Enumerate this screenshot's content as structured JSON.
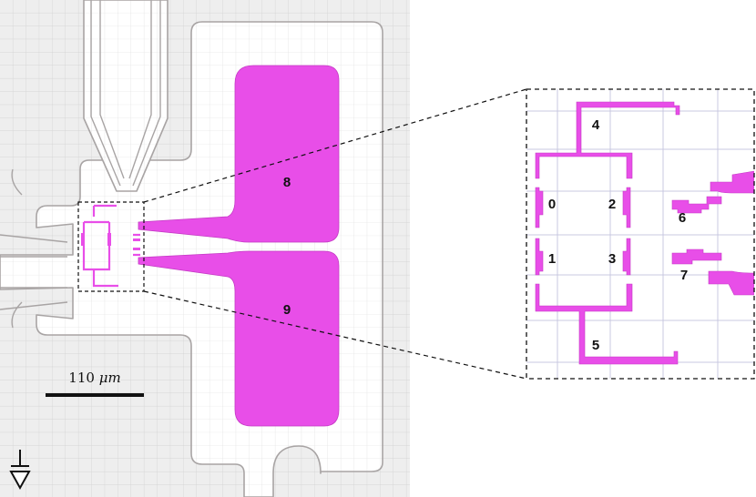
{
  "colors": {
    "pad": "#e84ee8",
    "pad_edge": "#c43ac4",
    "gap_fill": "#ffffff",
    "gap_edge": "#a8a4a4",
    "substrate": "#eeeeee",
    "grid": "#cfcfcf",
    "inset_grid": "#c8c8e0",
    "ink": "#111111"
  },
  "electrodes": {
    "pad_8": "8",
    "pad_9": "9",
    "electrode_0": "0",
    "electrode_1": "1",
    "electrode_2": "2",
    "electrode_3": "3",
    "electrode_4": "4",
    "electrode_5": "5",
    "electrode_6": "6",
    "electrode_7": "7"
  },
  "scale_bar": {
    "value": "110",
    "unit": "μm"
  },
  "ground_symbol": "ground-icon"
}
